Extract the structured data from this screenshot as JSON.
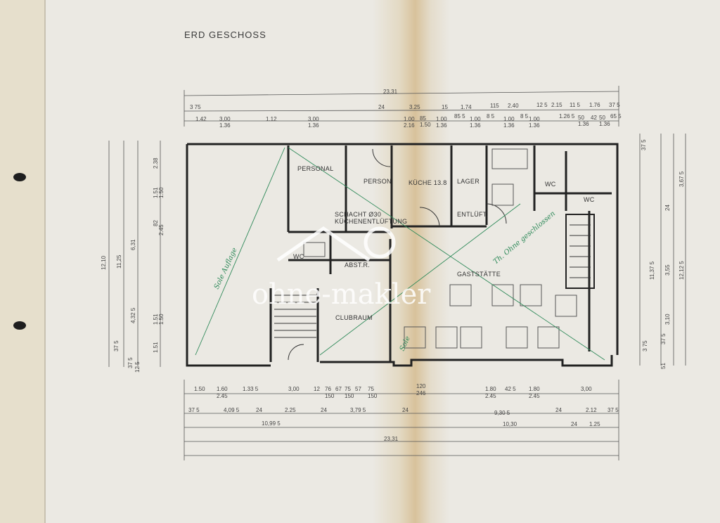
{
  "sheet": {
    "title": "ERD GESCHOSS",
    "colors": {
      "paper": "#ebe9e3",
      "margin": "#e6dfcc",
      "ink": "#2b2b2b",
      "pencil": "#2f8a5a",
      "fold": "#d9c7a4"
    }
  },
  "rooms": {
    "personal": "PERSONAL",
    "person": "PERSON",
    "kueche": "KÜCHE 13.8",
    "lager": "LAGER",
    "entlueft": "ENTLÜFT.",
    "schacht_1": "SCHACHT Ø30",
    "schacht_2": "KÜCHENENTLÜFTUNG",
    "wc_left": "WC",
    "abstr": "ABST.R.",
    "gaststaette": "GASTSTÄTTE",
    "clubraum": "CLUBRAUM",
    "wc_right_1": "WC",
    "wc_right_2": "WC"
  },
  "handwritten": {
    "left_note": "Sole Auflage",
    "center_note": "Sole",
    "right_note": "Th. Ohne geschlossen"
  },
  "watermark": "ohne-makler",
  "dimensions": {
    "top": [
      "23,31",
      "3 75",
      "24",
      "3.25",
      "15",
      "1.74",
      "115",
      "2.40",
      "12 5",
      "2.15",
      "11 5",
      "1.76",
      "37 5",
      "1.42",
      "3,00",
      "1.36",
      "1.12",
      "3,00",
      "1.36",
      "1.00",
      "2.16",
      "85",
      "1.50",
      "1.00",
      "1.36",
      "85 5",
      "1.00",
      "1.36",
      "8 5",
      "1.00",
      "1.36",
      "8 5",
      "1.00",
      "1.36",
      "1.26 5",
      "50",
      "1.36",
      "42",
      "50",
      "1.36",
      "65 5"
    ],
    "bottom": [
      "1.50",
      "1.60",
      "2.45",
      "1.33 5",
      "3,00",
      "12",
      "76",
      "150",
      "67",
      "75",
      "150",
      "57",
      "75",
      "150",
      "120",
      "246",
      "1.80",
      "2.45",
      "42 5",
      "1.80",
      "2.45",
      "3,00",
      "37 5",
      "4,09 5",
      "24",
      "2.25",
      "24",
      "3,79 5",
      "24",
      "9,30 5",
      "24",
      "2.12",
      "37 5",
      "10,99 5",
      "10,30",
      "24",
      "1.25",
      "23,31"
    ],
    "left": [
      "12,10",
      "11,25",
      "6,31",
      "4,32 5",
      "37 5",
      "2.38",
      "1.51",
      "1.50",
      "82",
      "2.45",
      "1.51",
      "1.50",
      "1.51",
      "37 5",
      "12 5"
    ],
    "right": [
      "37 5",
      "11,37 5",
      "12,12 5",
      "3,67 5",
      "3,55",
      "3,10",
      "24",
      "37 5",
      "51",
      "3 75"
    ]
  }
}
